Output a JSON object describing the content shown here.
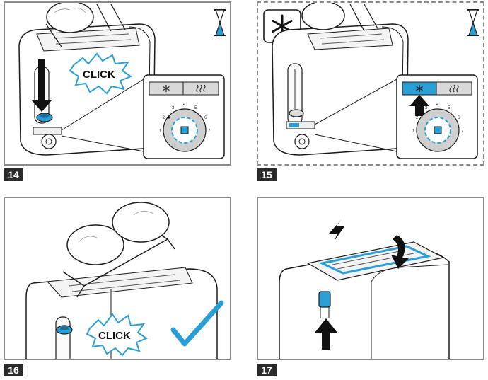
{
  "steps": [
    {
      "number": "14",
      "callout": "CLICK"
    },
    {
      "number": "15"
    },
    {
      "number": "16",
      "callout": "CLICK"
    },
    {
      "number": "17"
    }
  ],
  "dial_marks": [
    "1",
    "2",
    "3",
    "4",
    "5",
    "6",
    "7"
  ],
  "colors": {
    "accent_blue": "#2a9fd6",
    "outline": "#1a1a1a",
    "panel_border": "#8a8a8a",
    "number_badge": "#2b2b2b"
  },
  "icons": {
    "timer": "hourglass-icon",
    "defrost": "snowflake-icon",
    "reheat": "heat-waves-icon",
    "confirm": "checkmark-icon"
  }
}
